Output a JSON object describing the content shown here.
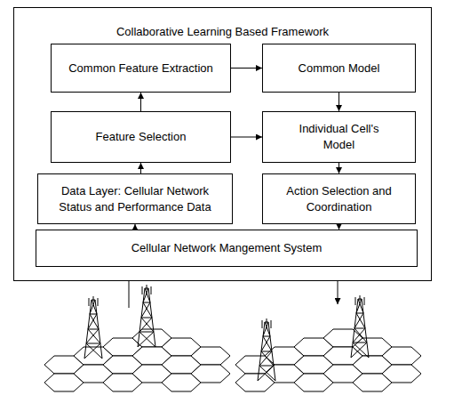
{
  "diagram": {
    "nodes": [
      {
        "text": [
          "Collaborative Learning Based Framework"
        ]
      },
      {
        "text": [
          "Common Feature Extraction"
        ],
        "in": 0
      },
      {
        "text": [
          "Common Model"
        ],
        "in": 0
      },
      {
        "text": [
          "Feature Selection"
        ],
        "in": 0
      },
      {
        "text": [
          "Individual Cell's Model"
        ],
        "in": 0
      },
      {
        "text": [
          "Data Layer: Cellular Network Status and Performance Data"
        ],
        "in": 0
      },
      {
        "text": [
          "Action Selection and Coordination"
        ],
        "in": 0
      },
      {
        "text": [
          "Cellular Network Mangement System"
        ],
        "in": 0
      }
    ],
    "edges": [
      {
        "from": 5,
        "to": 3,
        "arrow": "to"
      },
      {
        "from": 3,
        "to": 1,
        "arrow": "to"
      },
      {
        "from": 1,
        "to": 2,
        "arrow": "to"
      },
      {
        "from": 3,
        "to": 4,
        "arrow": "to"
      },
      {
        "from": 2,
        "to": 4,
        "arrow": "to"
      },
      {
        "from": 4,
        "to": 6,
        "arrow": "to"
      },
      {
        "from": 6,
        "to": 7,
        "arrow": "to"
      },
      {
        "from": 7,
        "to": 5,
        "arrow": "to"
      }
    ]
  }
}
